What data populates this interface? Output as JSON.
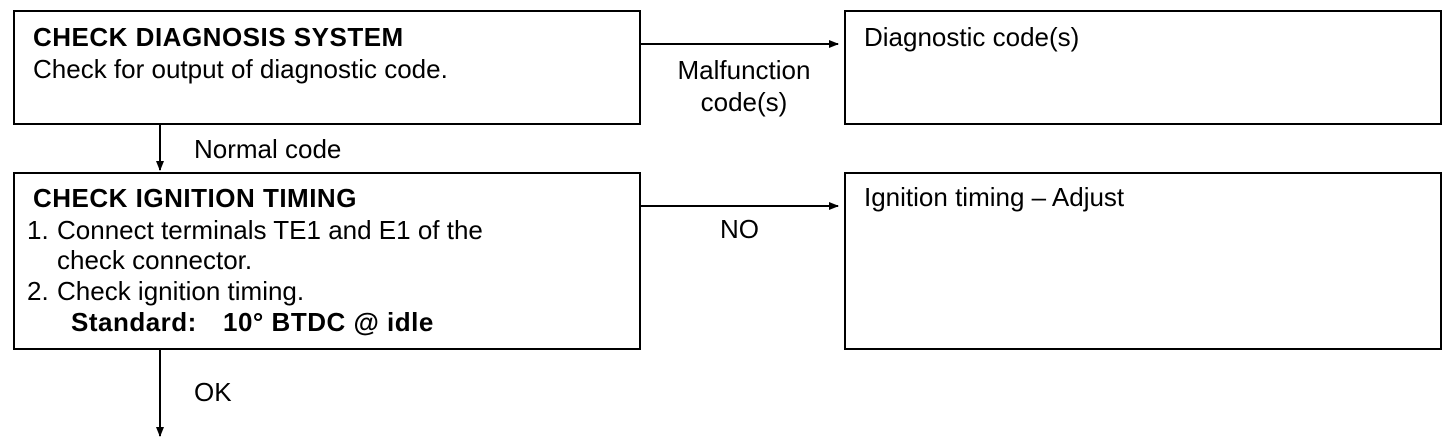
{
  "step1": {
    "title": "CHECK DIAGNOSIS SYSTEM",
    "line1": "Check for output of diagnostic code."
  },
  "result1": {
    "text": "Diagnostic code(s)"
  },
  "branch1": {
    "side_label_line1": "Malfunction",
    "side_label_line2": "code(s)",
    "down_label": "Normal code"
  },
  "step2": {
    "title": "CHECK IGNITION TIMING",
    "item1_num": "1.",
    "item1_line1": "Connect terminals TE1 and E1 of the",
    "item1_line2": "check connector.",
    "item2_num": "2.",
    "item2_line1": "Check ignition timing.",
    "standard_label": "Standard:",
    "standard_value": "10° BTDC @ idle"
  },
  "result2": {
    "text": "Ignition timing – Adjust"
  },
  "branch2": {
    "side_label": "NO",
    "down_label": "OK"
  }
}
